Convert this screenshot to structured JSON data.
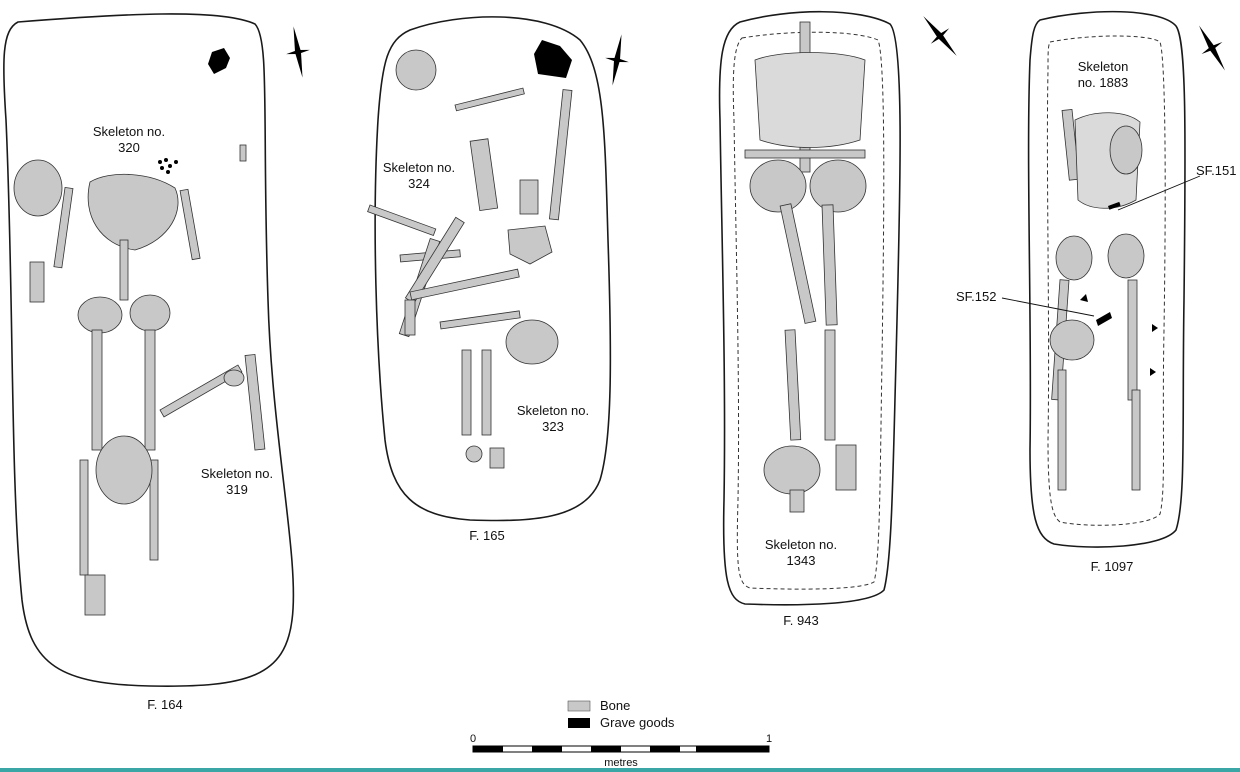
{
  "features": [
    {
      "id": "f164",
      "label": "F. 164",
      "skeletons": [
        {
          "text": "Skeleton no.",
          "number": "320"
        },
        {
          "text": "Skeleton no.",
          "number": "319"
        }
      ]
    },
    {
      "id": "f165",
      "label": "F. 165",
      "skeletons": [
        {
          "text": "Skeleton no.",
          "number": "324"
        },
        {
          "text": "Skeleton no.",
          "number": "323"
        }
      ]
    },
    {
      "id": "f943",
      "label": "F. 943",
      "skeletons": [
        {
          "text": "Skeleton no.",
          "number": "1343"
        }
      ]
    },
    {
      "id": "f1097",
      "label": "F. 1097",
      "skeletons": [
        {
          "text": "Skeleton",
          "number": "no. 1883"
        }
      ],
      "small_finds": [
        "SF.151",
        "SF.152"
      ]
    }
  ],
  "legend": {
    "bone": "Bone",
    "grave_goods": "Grave goods"
  },
  "scale": {
    "start": "0",
    "end": "1",
    "unit": "metres"
  },
  "colors": {
    "bone": "#c8c8c8",
    "grave_goods": "#000000",
    "outline": "#1a1a1a",
    "accent_bar": "#3aa6a6"
  },
  "icons": [
    "north-arrow-icon"
  ]
}
